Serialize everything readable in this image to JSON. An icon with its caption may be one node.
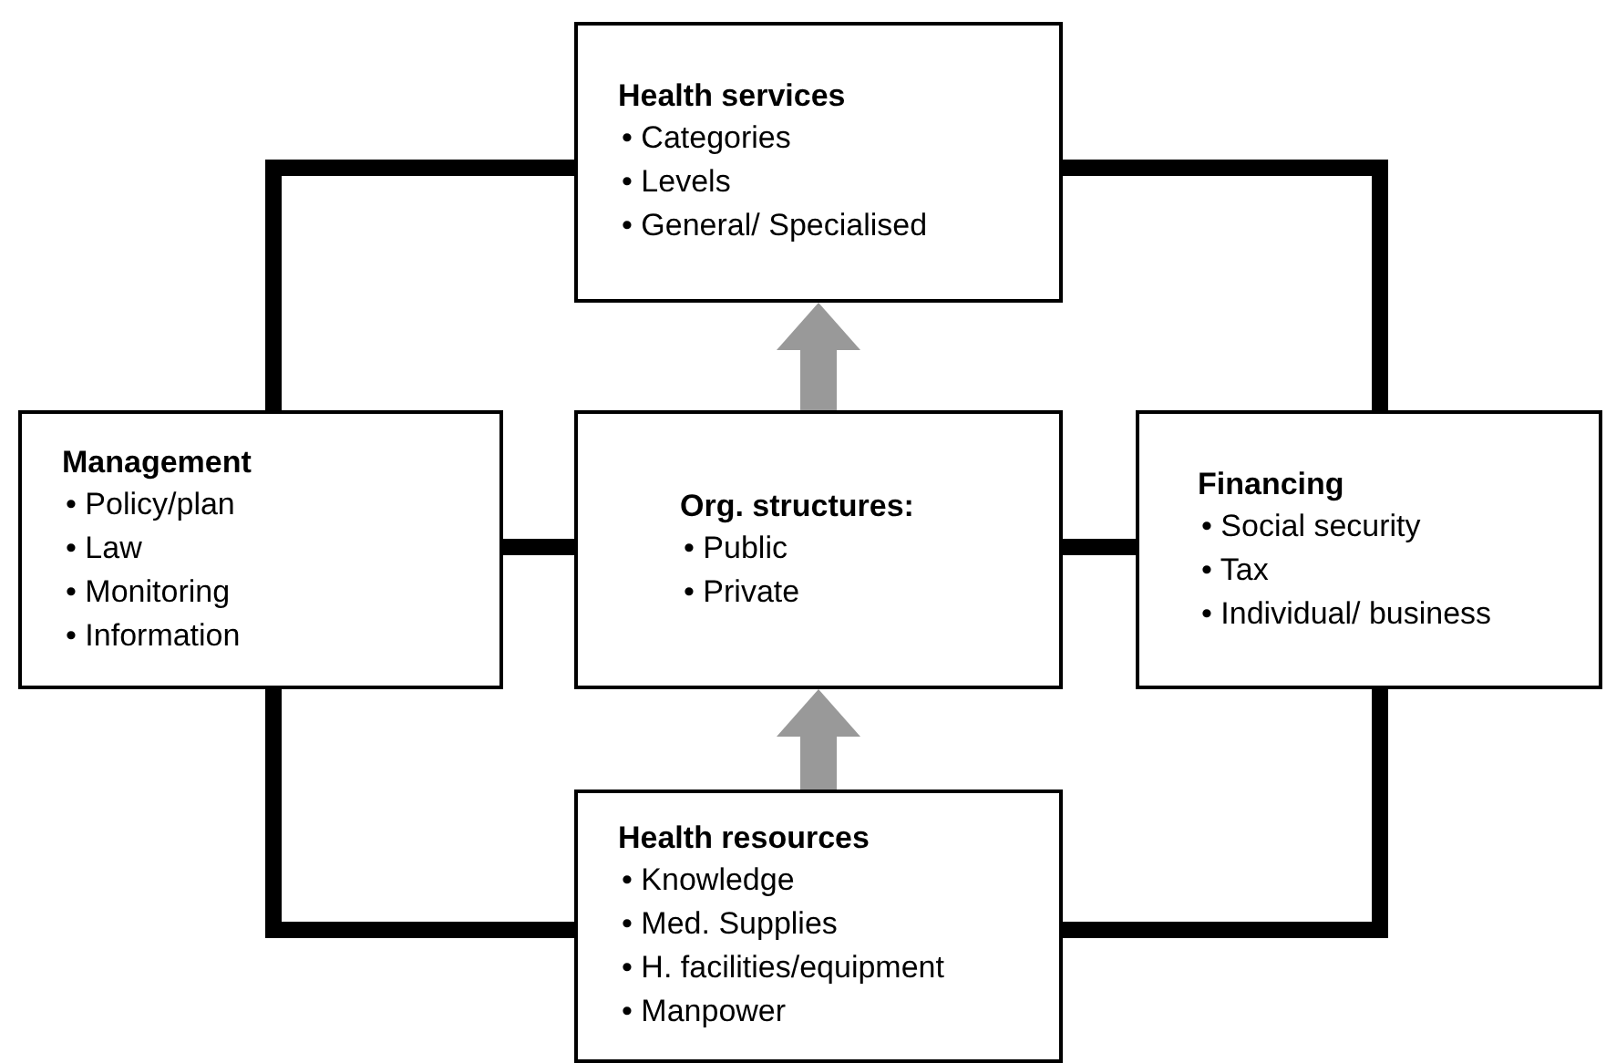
{
  "diagram": {
    "nodes": [
      {
        "text": [
          "Health services",
          "• Categories",
          "• Levels",
          "• General/ Specialised"
        ]
      },
      {
        "text": [
          "Management",
          "• Policy/plan",
          "• Law",
          "• Monitoring",
          "• Information"
        ]
      },
      {
        "text": [
          "Org. structures:",
          "• Public",
          "• Private"
        ]
      },
      {
        "text": [
          "Financing",
          "• Social security",
          "• Tax",
          "• Individual/ business"
        ]
      },
      {
        "text": [
          "Health resources",
          "• Knowledge",
          "• Med. Supplies",
          "• H. facilities/equipment",
          "• Manpower"
        ]
      }
    ],
    "edges": [
      {
        "from": 1,
        "to": 0,
        "arrow": "none"
      },
      {
        "from": 0,
        "to": 3,
        "arrow": "none"
      },
      {
        "from": 3,
        "to": 4,
        "arrow": "none"
      },
      {
        "from": 4,
        "to": 1,
        "arrow": "none"
      },
      {
        "from": 1,
        "to": 2,
        "arrow": "none"
      },
      {
        "from": 2,
        "to": 3,
        "arrow": "none"
      },
      {
        "from": 2,
        "to": 0,
        "arrow": "to",
        "style": "thick",
        "color": "#999999"
      },
      {
        "from": 4,
        "to": 2,
        "arrow": "to",
        "style": "thick",
        "color": "#999999"
      }
    ]
  }
}
